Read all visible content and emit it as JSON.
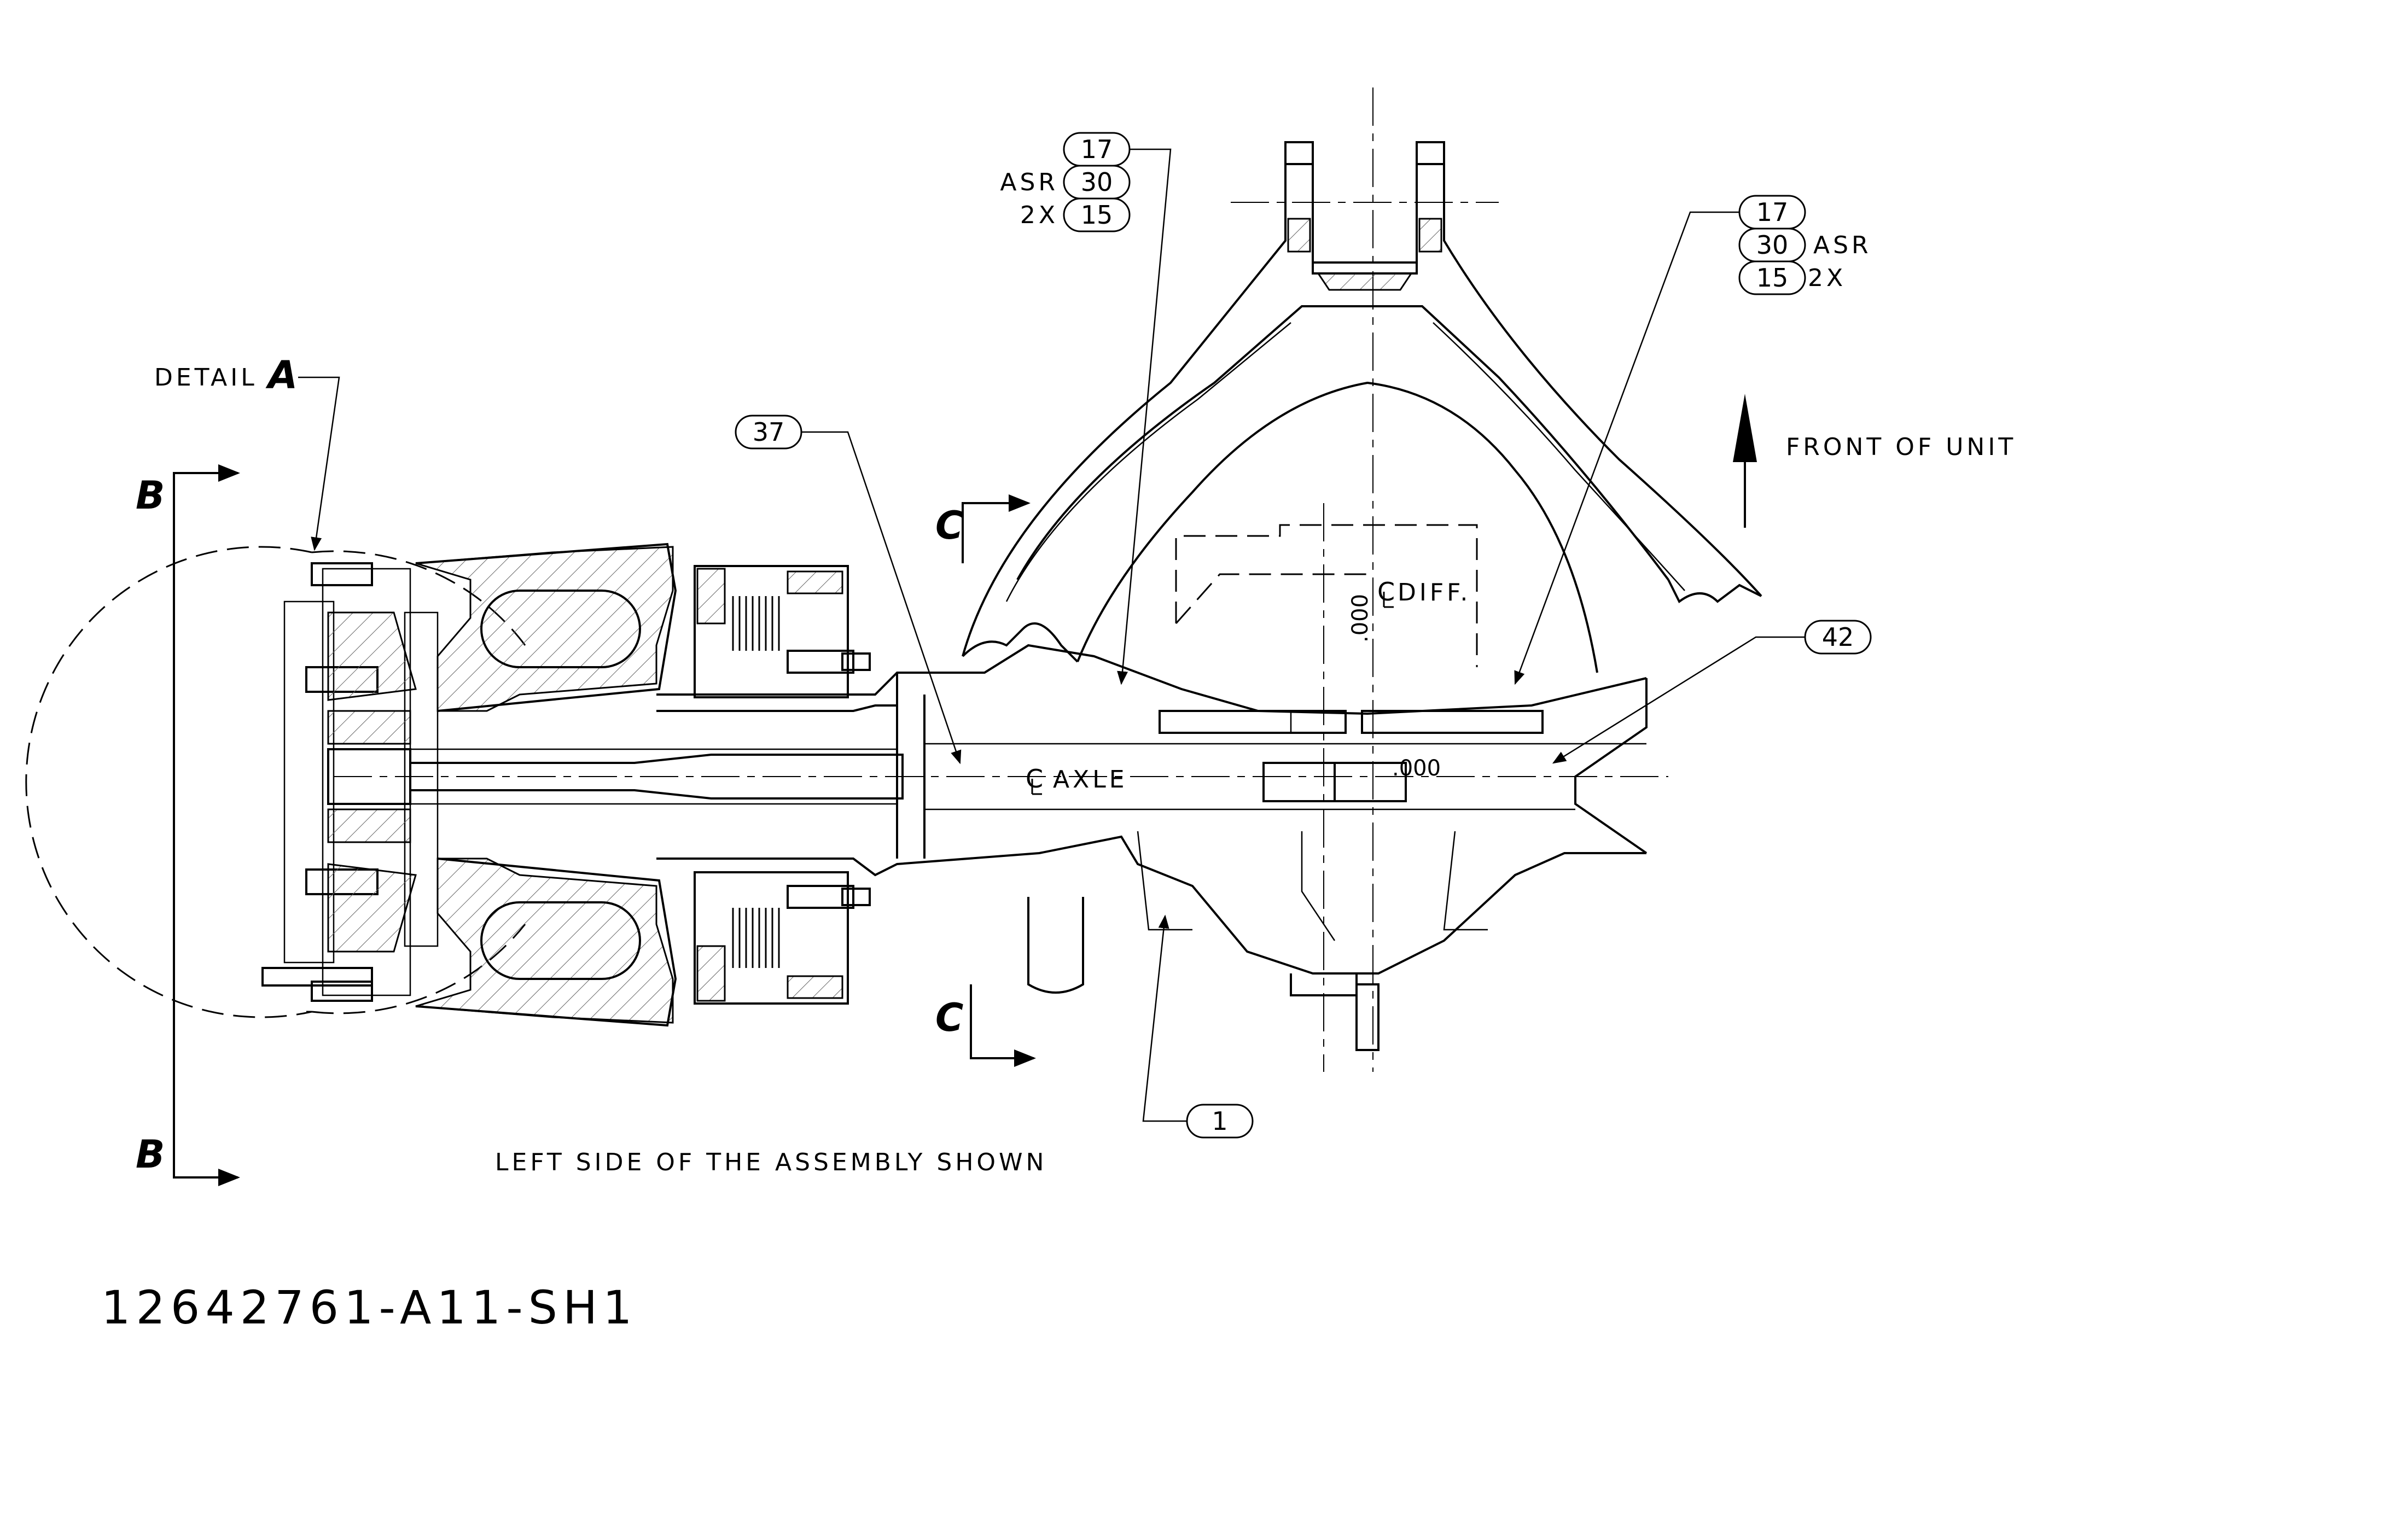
{
  "detail_label": "DETAIL",
  "detail_letter": "A",
  "section_b_top": "B",
  "section_b_bottom": "B",
  "section_c_top": "C",
  "section_c_bottom": "C",
  "front_of_unit": "FRONT OF UNIT",
  "centerline_diff": "DIFF.",
  "centerline_axle": "AXLE",
  "dim_vertical": ".000",
  "dim_horizontal": ".000",
  "caption": "LEFT SIDE OF THE ASSEMBLY SHOWN",
  "drawing_number": "12642761-A11-SH1",
  "callouts_left": {
    "item_17": "17",
    "asr_prefix": "ASR",
    "item_30": "30",
    "qty_prefix": "2X",
    "item_15": "15"
  },
  "callouts_right": {
    "item_17": "17",
    "item_30": "30",
    "asr_suffix": "ASR",
    "item_15": "15",
    "qty_suffix": "2X"
  },
  "callout_37": "37",
  "callout_42": "42",
  "callout_1": "1"
}
